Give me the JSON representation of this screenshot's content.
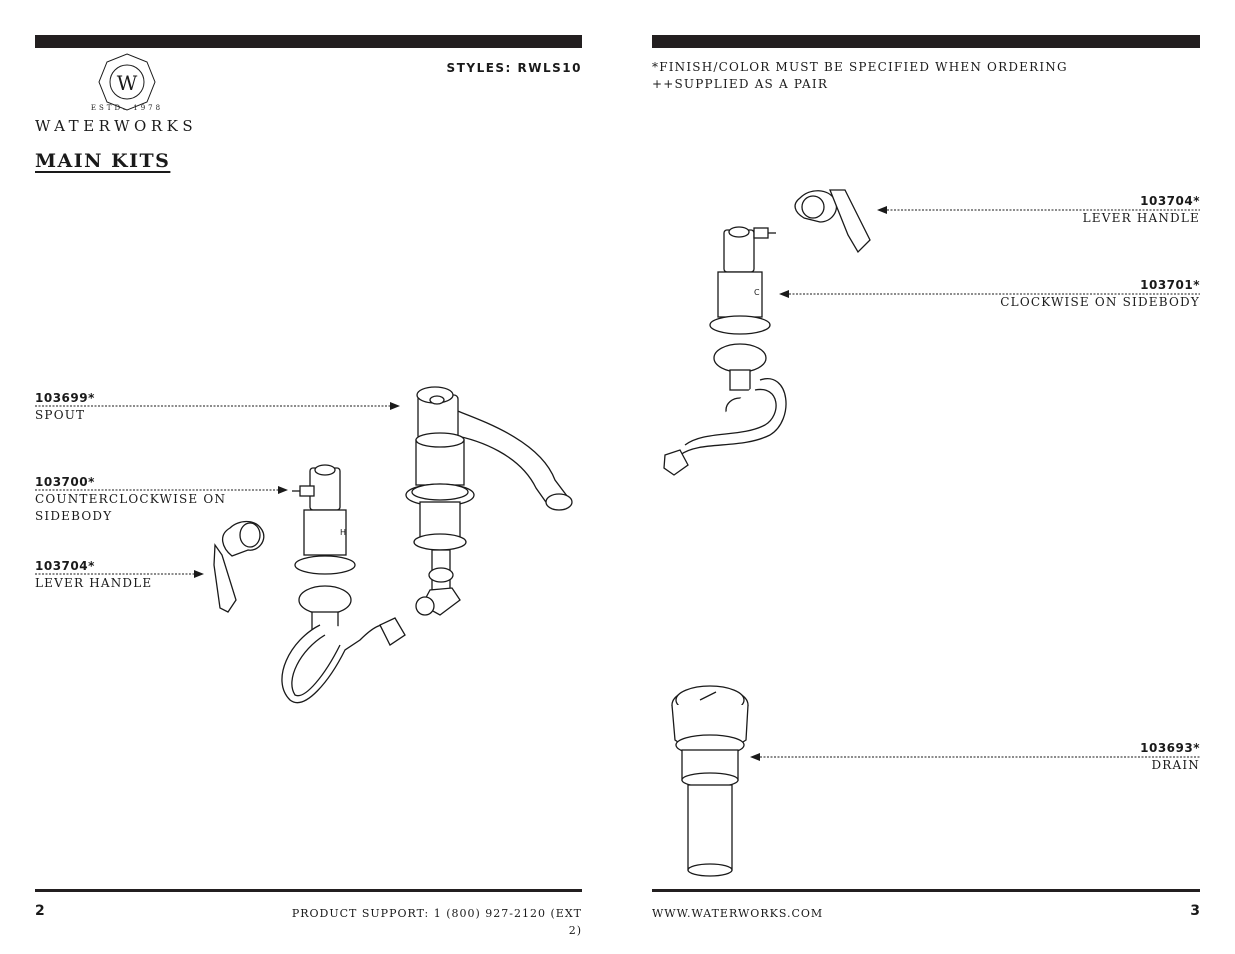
{
  "brand": {
    "name": "WATERWORKS",
    "established": "ESTD. 1978",
    "monogram": "W"
  },
  "header": {
    "styles": "STYLES: RWLS10",
    "notes": [
      "*FINISH/COLOR MUST BE SPECIFIED WHEN ORDERING",
      "++SUPPLIED AS A PAIR"
    ]
  },
  "section_title": "MAIN KITS",
  "left_parts": [
    {
      "number": "103699*",
      "label": "SPOUT"
    },
    {
      "number": "103700*",
      "label": "COUNTERCLOCKWISE ON",
      "label2": "SIDEBODY"
    },
    {
      "number": "103704*",
      "label": "LEVER HANDLE"
    }
  ],
  "right_parts": [
    {
      "number": "103704*",
      "label": "LEVER HANDLE"
    },
    {
      "number": "103701*",
      "label": "CLOCKWISE ON SIDEBODY"
    },
    {
      "number": "103693*",
      "label": "DRAIN"
    }
  ],
  "footer": {
    "left_page": "2",
    "support": "PRODUCT SUPPORT: 1 (800) 927-2120 (EXT 2)",
    "website": "WWW.WATERWORKS.COM",
    "right_page": "3"
  },
  "colors": {
    "bar": "#231f20",
    "ink": "#1a1a1a",
    "background": "#ffffff"
  }
}
